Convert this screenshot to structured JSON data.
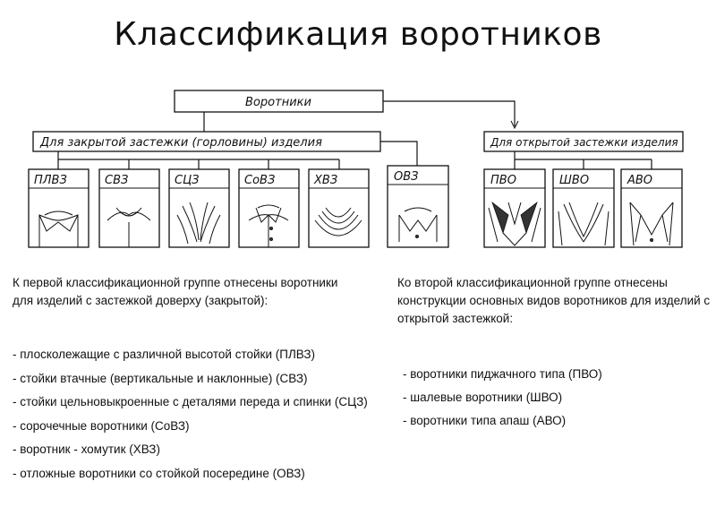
{
  "title": "Классификация воротников",
  "diagram": {
    "root": "Воротники",
    "closed_group": "Для закрытой застежки (горловины) изделия",
    "open_group": "Для открытой застежки изделия",
    "closed_types": [
      "ПЛВЗ",
      "СВЗ",
      "СЦЗ",
      "СоВЗ",
      "ХВЗ",
      "ОВЗ"
    ],
    "open_types": [
      "ПВО",
      "ШВО",
      "АВО"
    ]
  },
  "left": {
    "intro": [
      "К первой классификационной группе отнесены воротники",
      "для изделий с застежкой доверху (закрытой):"
    ],
    "items": [
      "- плосколежащие с различной высотой стойки (ПЛВЗ)",
      "- стойки втачные (вертикальные и наклонные) (СВЗ)",
      "- стойки цельновыкроенные с деталями переда   и спинки (СЦЗ)",
      "- сорочечные воротники (СоВЗ)",
      "- воротник - хомутик (ХВЗ)",
      "- отложные воротники со стойкой посередине (ОВЗ)"
    ]
  },
  "right": {
    "intro": [
      "Ко второй классификационной группе отнесены",
      "конструкции основных видов воротников для изделий с",
      "открытой застежкой:"
    ],
    "items": [
      "- воротники пиджачного типа (ПВО)",
      "- шалевые воротники (ШВО)",
      "- воротники типа апаш   (АВО)"
    ]
  }
}
